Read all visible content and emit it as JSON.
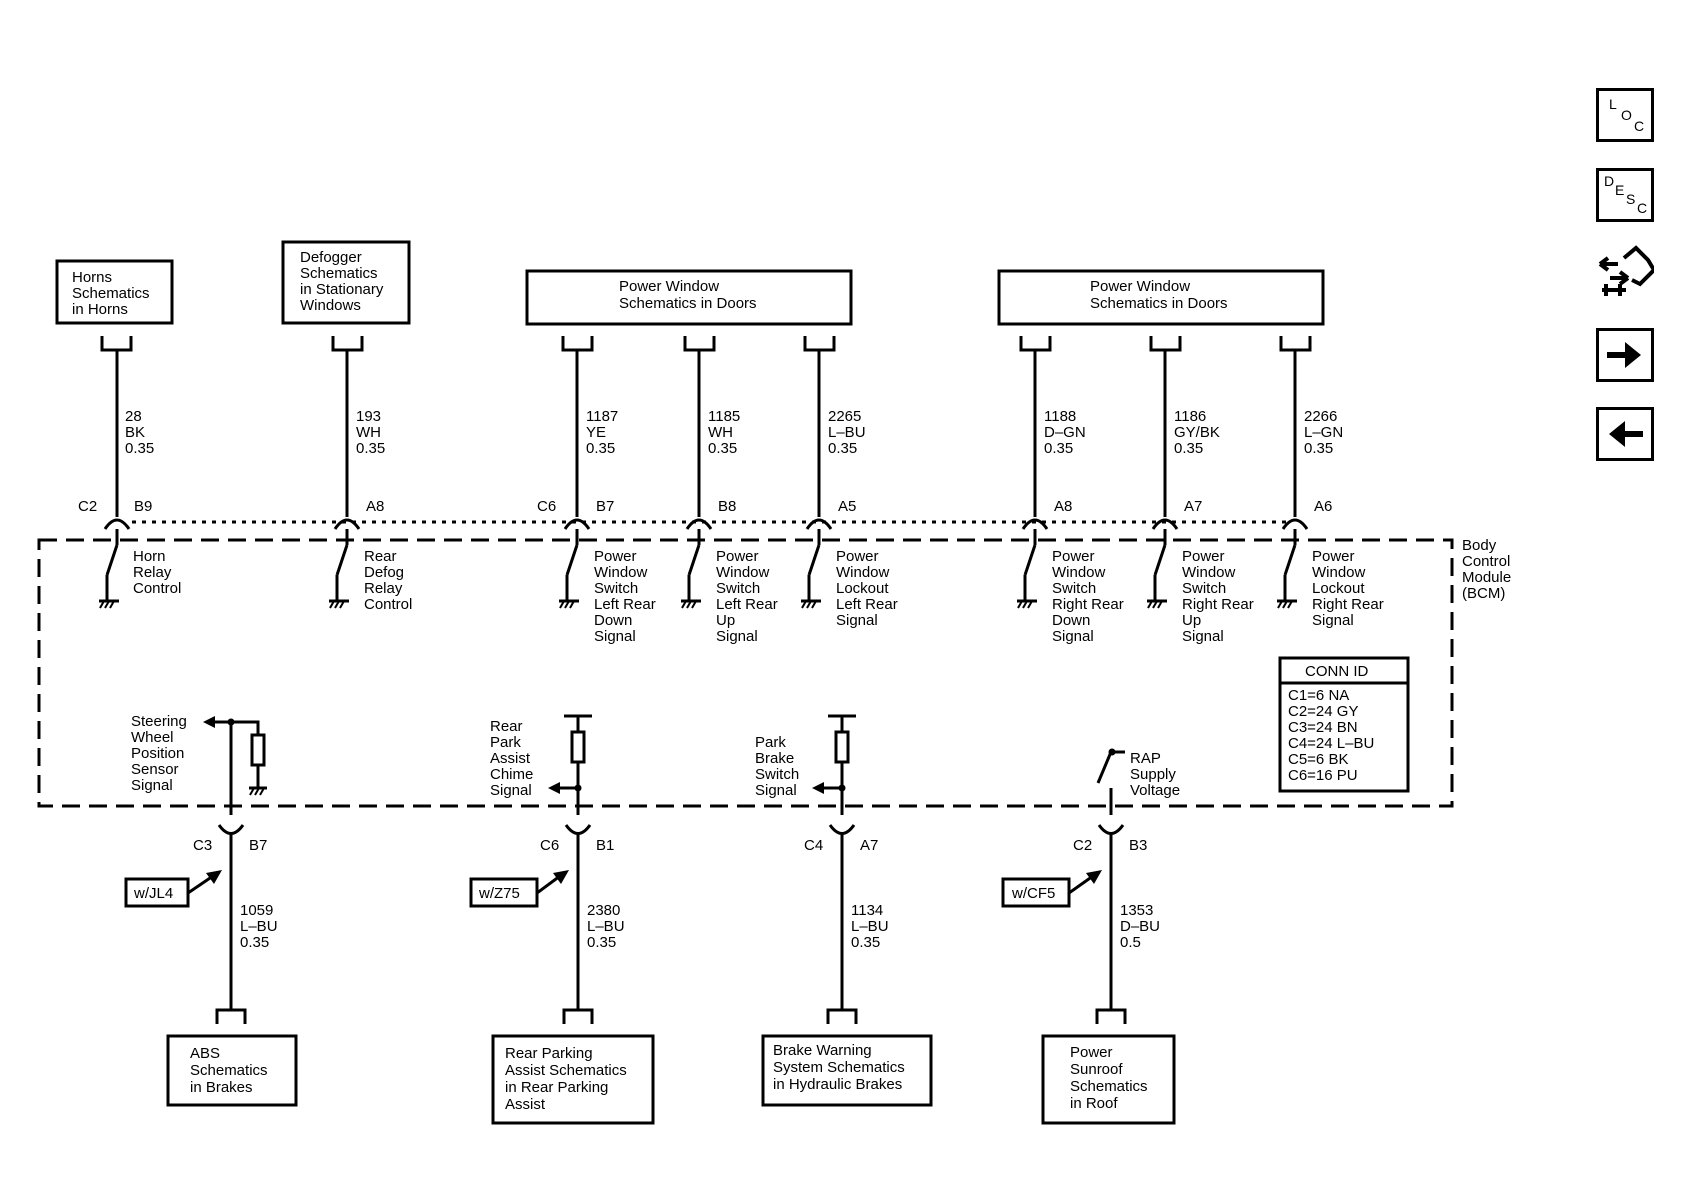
{
  "top_boxes": {
    "horns": [
      "Horns",
      "Schematics",
      "in Horns"
    ],
    "defogger": [
      "Defogger",
      "Schematics",
      "in Stationary",
      "Windows"
    ],
    "pw_left": [
      "Power Window",
      "Schematics in Doors"
    ],
    "pw_right": [
      "Power Window",
      "Schematics in Doors"
    ]
  },
  "top_wires": [
    {
      "circuit": [
        "28",
        "BK",
        "0.35"
      ]
    },
    {
      "circuit": [
        "193",
        "WH",
        "0.35"
      ]
    },
    {
      "circuit": [
        "1187",
        "YE",
        "0.35"
      ]
    },
    {
      "circuit": [
        "1185",
        "WH",
        "0.35"
      ]
    },
    {
      "circuit": [
        "2265",
        "L–BU",
        "0.35"
      ]
    },
    {
      "circuit": [
        "1188",
        "D–GN",
        "0.35"
      ]
    },
    {
      "circuit": [
        "1186",
        "GY/BK",
        "0.35"
      ]
    },
    {
      "circuit": [
        "2266",
        "L–GN",
        "0.35"
      ]
    }
  ],
  "top_connectors": {
    "c2": "C2",
    "b9": "B9",
    "a8_a": "A8",
    "c6": "C6",
    "b7": "B7",
    "b8": "B8",
    "a5": "A5",
    "a8_b": "A8",
    "a7": "A7",
    "a6": "A6"
  },
  "bcm_inputs": [
    [
      "Horn",
      "Relay",
      "Control"
    ],
    [
      "Rear",
      "Defog",
      "Relay",
      "Control"
    ],
    [
      "Power",
      "Window",
      "Switch",
      "Left Rear",
      "Down",
      "Signal"
    ],
    [
      "Power",
      "Window",
      "Switch",
      "Left Rear",
      "Up",
      "Signal"
    ],
    [
      "Power",
      "Window",
      "Lockout",
      "Left Rear",
      "Signal"
    ],
    [
      "Power",
      "Window",
      "Switch",
      "Right Rear",
      "Down",
      "Signal"
    ],
    [
      "Power",
      "Window",
      "Switch",
      "Right Rear",
      "Up",
      "Signal"
    ],
    [
      "Power",
      "Window",
      "Lockout",
      "Right Rear",
      "Signal"
    ]
  ],
  "bcm_label": [
    "Body",
    "Control",
    "Module",
    "(BCM)"
  ],
  "conn_id": {
    "title": "CONN ID",
    "rows": [
      "C1=6 NA",
      "C2=24 GY",
      "C3=24 BN",
      "C4=24 L–BU",
      "C5=6 BK",
      "C6=16 PU"
    ]
  },
  "bcm_lower": {
    "steering": [
      "Steering",
      "Wheel",
      "Position",
      "Sensor",
      "Signal"
    ],
    "rear_park": [
      "Rear",
      "Park",
      "Assist",
      "Chime",
      "Signal"
    ],
    "park_brake": [
      "Park",
      "Brake",
      "Switch",
      "Signal"
    ],
    "rap": [
      "RAP",
      "Supply",
      "Voltage"
    ]
  },
  "bottom_connectors": {
    "c3": "C3",
    "b7": "B7",
    "c6": "C6",
    "b1": "B1",
    "c4": "C4",
    "a7": "A7",
    "c2": "C2",
    "b3": "B3"
  },
  "options": {
    "jl4": "w/JL4",
    "z75": "w/Z75",
    "cf5": "w/CF5"
  },
  "bottom_wires": [
    {
      "circuit": [
        "1059",
        "L–BU",
        "0.35"
      ]
    },
    {
      "circuit": [
        "2380",
        "L–BU",
        "0.35"
      ]
    },
    {
      "circuit": [
        "1134",
        "L–BU",
        "0.35"
      ]
    },
    {
      "circuit": [
        "1353",
        "D–BU",
        "0.5"
      ]
    }
  ],
  "bottom_boxes": {
    "abs": [
      "ABS",
      "Schematics",
      "in Brakes"
    ],
    "rear_parking": [
      "Rear Parking",
      "Assist Schematics",
      "in Rear Parking",
      "Assist"
    ],
    "brake_warning": [
      "Brake Warning",
      "System Schematics",
      "in Hydraulic Brakes"
    ],
    "sunroof": [
      "Power",
      "Sunroof",
      "Schematics",
      "in Roof"
    ]
  },
  "nav": {
    "loc": [
      "L",
      "O",
      "C"
    ],
    "desc": [
      "D",
      "E",
      "S",
      "C"
    ],
    "connector_icon": "connector-tool-icon",
    "next_icon": "right-arrow-icon",
    "prev_icon": "left-arrow-icon"
  }
}
